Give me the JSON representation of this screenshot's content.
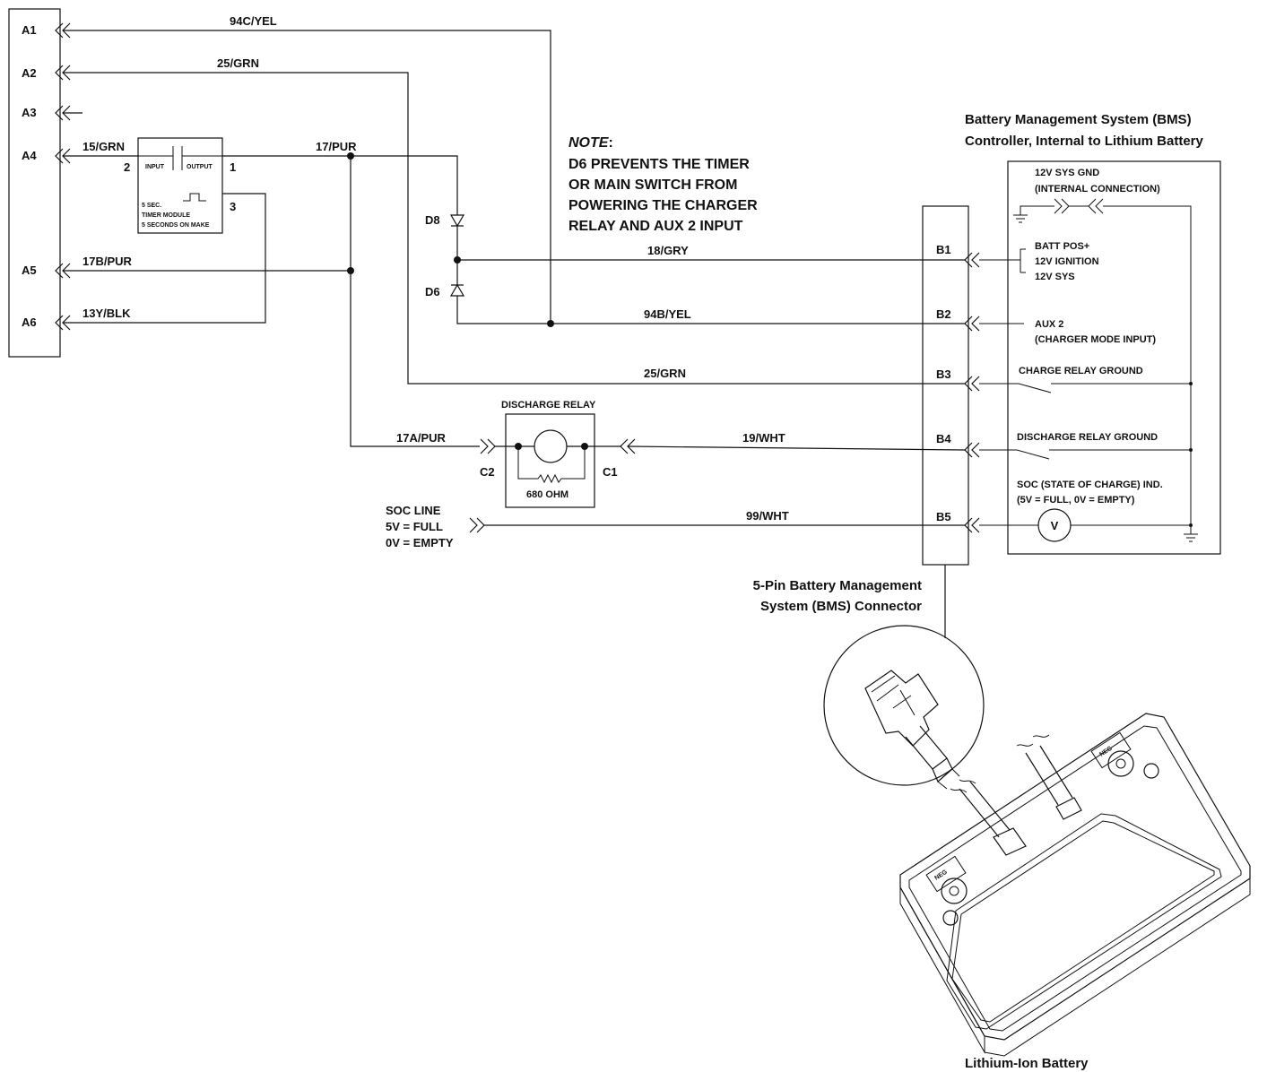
{
  "left_connector": {
    "pins": [
      "A1",
      "A2",
      "A3",
      "A4",
      "A5",
      "A6"
    ]
  },
  "wires": {
    "a1": "94C/YEL",
    "a2": "25/GRN",
    "a4": "15/GRN",
    "pur": "17/PUR",
    "a5": "17B/PUR",
    "a6": "13Y/BLK",
    "b1": "18/GRY",
    "b2": "94B/YEL",
    "b3": "25/GRN",
    "relay_in": "17A/PUR",
    "b4": "19/WHT",
    "b5": "99/WHT"
  },
  "timer": {
    "pin_input": "2",
    "pin_output": "1",
    "pin_3": "3",
    "input_label": "INPUT",
    "output_label": "OUTPUT",
    "desc_line1": "5 SEC.",
    "desc_line2": "TIMER MODULE",
    "desc_line3": "5 SECONDS ON MAKE"
  },
  "diodes": {
    "d8": "D8",
    "d6": "D6"
  },
  "note": {
    "heading": "NOTE",
    "colon": ":",
    "lines": [
      "D6 PREVENTS THE TIMER",
      "OR MAIN SWITCH FROM",
      "POWERING THE CHARGER",
      "RELAY AND AUX 2 INPUT"
    ]
  },
  "relay": {
    "title": "DISCHARGE RELAY",
    "resistor": "680 OHM",
    "c2": "C2",
    "c1": "C1"
  },
  "soc_line": [
    "SOC LINE",
    "5V = FULL",
    "0V = EMPTY"
  ],
  "bms_connector": {
    "pins": [
      "B1",
      "B2",
      "B3",
      "B4",
      "B5"
    ],
    "caption": [
      "5-Pin Battery Management",
      "System (BMS) Connector"
    ]
  },
  "bms_controller": {
    "title": [
      "Battery Management System (BMS)",
      "Controller, Internal to Lithium Battery"
    ],
    "gnd": [
      "12V SYS GND",
      "(INTERNAL CONNECTION)"
    ],
    "b1": [
      "BATT POS+",
      "12V IGNITION",
      "12V SYS"
    ],
    "b2": [
      "AUX 2",
      "(CHARGER MODE INPUT)"
    ],
    "b3": "CHARGE RELAY GROUND",
    "b4": "DISCHARGE RELAY GROUND",
    "b5": [
      "SOC (STATE OF CHARGE) IND.",
      "(5V = FULL, 0V = EMPTY)"
    ],
    "voltmeter": "V"
  },
  "battery": {
    "caption": "Lithium-Ion Battery",
    "terminal_label": "NEG"
  }
}
